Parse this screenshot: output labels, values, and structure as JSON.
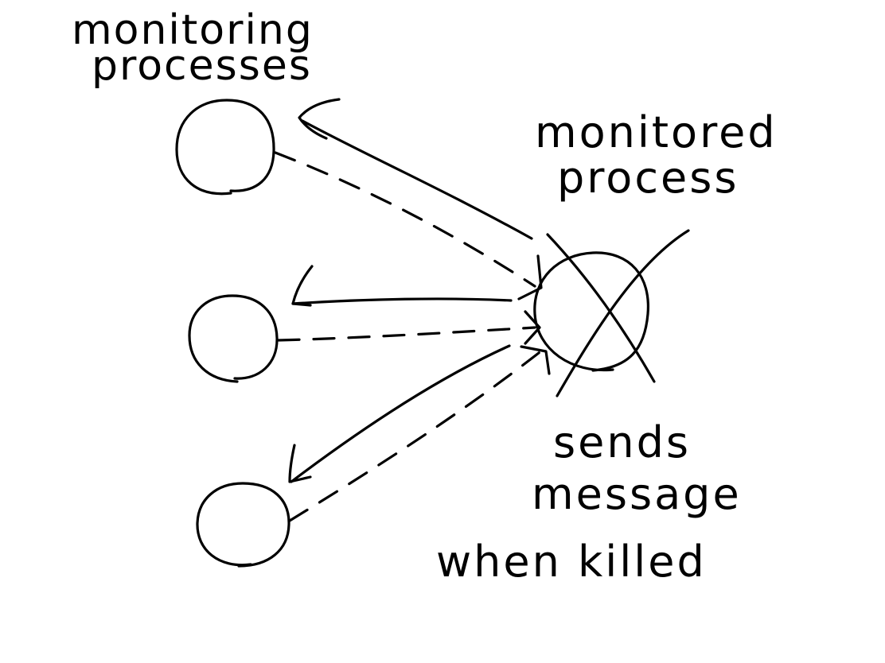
{
  "labels": {
    "monitoring": [
      "monitoring",
      "processes"
    ],
    "monitored": [
      "monitored",
      "process"
    ],
    "note": [
      "sends",
      "message",
      "when killed"
    ]
  },
  "colors": {
    "ink": "#000000",
    "background": "#ffffff"
  }
}
